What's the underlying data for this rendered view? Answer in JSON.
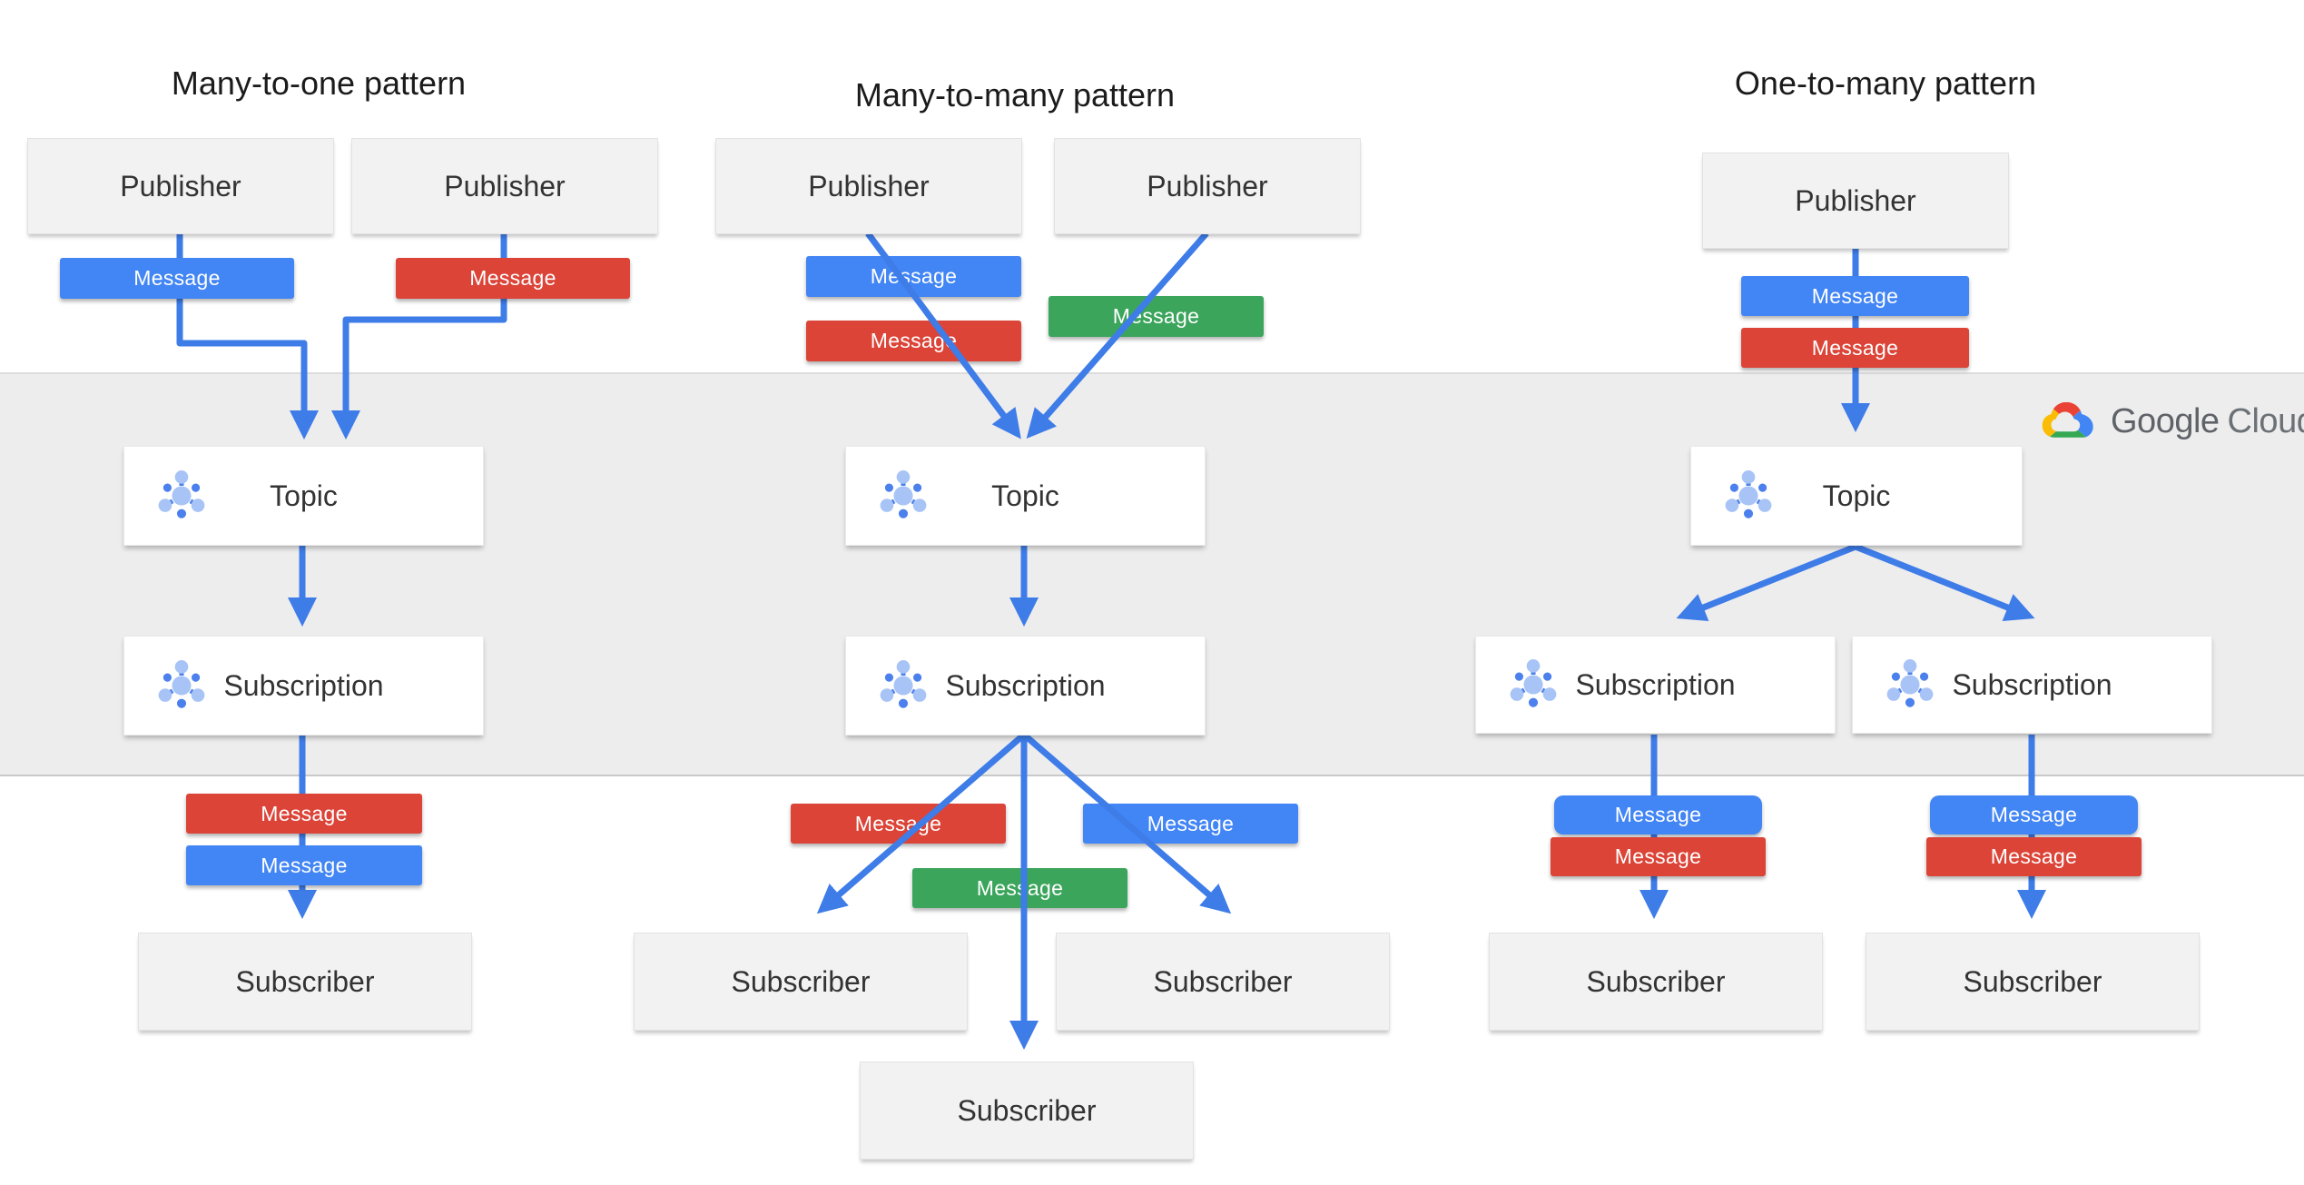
{
  "brand": {
    "google": "Google",
    "cloud": "Cloud"
  },
  "colors": {
    "message_blue": "#4285F4",
    "message_red": "#DB4437",
    "message_green": "#3BA55C",
    "arrow_blue": "#3E7CE8",
    "band_gray": "#EDEDED",
    "box_gray": "#F2F2F2",
    "icon_light_blue": "#A8C4F6",
    "icon_dark_blue": "#4C80EC",
    "logo_red": "#EA4335",
    "logo_blue": "#4285F4",
    "logo_green": "#34A853",
    "logo_yellow": "#FBBC05"
  },
  "patterns": [
    {
      "title": "Many-to-one pattern",
      "publishers": [
        "Publisher",
        "Publisher"
      ],
      "topic": "Topic",
      "subscriptions": [
        "Subscription"
      ],
      "subscribers": [
        "Subscriber"
      ],
      "messages_top": [
        {
          "label": "Message",
          "color": "blue"
        },
        {
          "label": "Message",
          "color": "red"
        }
      ],
      "messages_bottom": [
        {
          "label": "Message",
          "color": "red"
        },
        {
          "label": "Message",
          "color": "blue"
        }
      ]
    },
    {
      "title": "Many-to-many  pattern",
      "publishers": [
        "Publisher",
        "Publisher"
      ],
      "topic": "Topic",
      "subscriptions": [
        "Subscription"
      ],
      "subscribers": [
        "Subscriber",
        "Subscriber",
        "Subscriber"
      ],
      "messages_top": [
        {
          "label": "Message",
          "color": "blue"
        },
        {
          "label": "Message",
          "color": "red"
        },
        {
          "label": "Message",
          "color": "green"
        }
      ],
      "messages_bottom": [
        {
          "label": "Message",
          "color": "red"
        },
        {
          "label": "Message",
          "color": "blue"
        },
        {
          "label": "Message",
          "color": "green"
        }
      ]
    },
    {
      "title": "One-to-many pattern",
      "publishers": [
        "Publisher"
      ],
      "topic": "Topic",
      "subscriptions": [
        "Subscription",
        "Subscription"
      ],
      "subscribers": [
        "Subscriber",
        "Subscriber"
      ],
      "messages_top": [
        {
          "label": "Message",
          "color": "blue"
        },
        {
          "label": "Message",
          "color": "red"
        }
      ],
      "messages_bottom_left": [
        {
          "label": "Message",
          "color": "blue"
        },
        {
          "label": "Message",
          "color": "red"
        }
      ],
      "messages_bottom_right": [
        {
          "label": "Message",
          "color": "blue"
        },
        {
          "label": "Message",
          "color": "red"
        }
      ]
    }
  ]
}
